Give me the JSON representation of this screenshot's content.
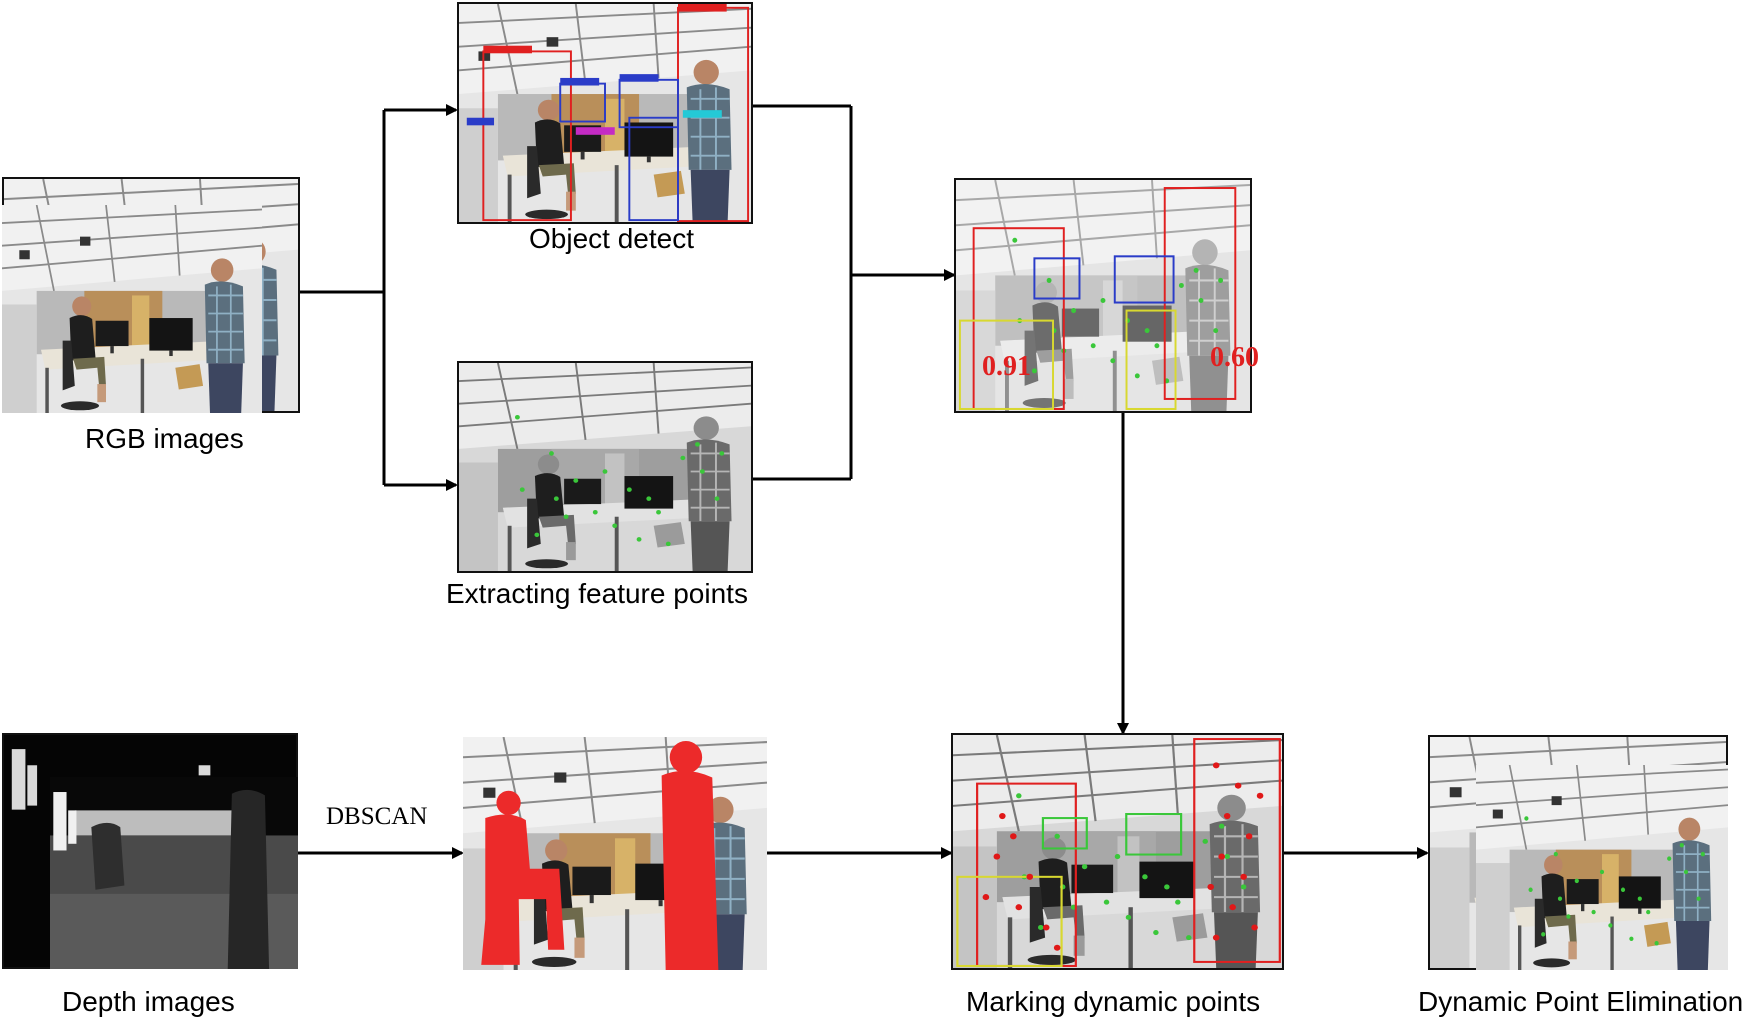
{
  "captions": {
    "rgb": "RGB images",
    "object_detect": "Object detect",
    "feature": "Extracting feature points",
    "depth": "Depth images",
    "marking": "Marking dynamic points",
    "elimination": "Dynamic Point Elimination"
  },
  "edge_label": "DBSCAN",
  "scores": {
    "left": "0.91",
    "right": "0.60"
  },
  "colors": {
    "accent_green": "#c9e8b5",
    "detect_red": "#e02020",
    "detect_blue": "#2a3cc8",
    "detect_yellow": "#d8d830",
    "feature_point": "#3ac73a",
    "dynamic_point": "#e01818",
    "mask_red": "#ec2a2a",
    "line": "#000000"
  }
}
